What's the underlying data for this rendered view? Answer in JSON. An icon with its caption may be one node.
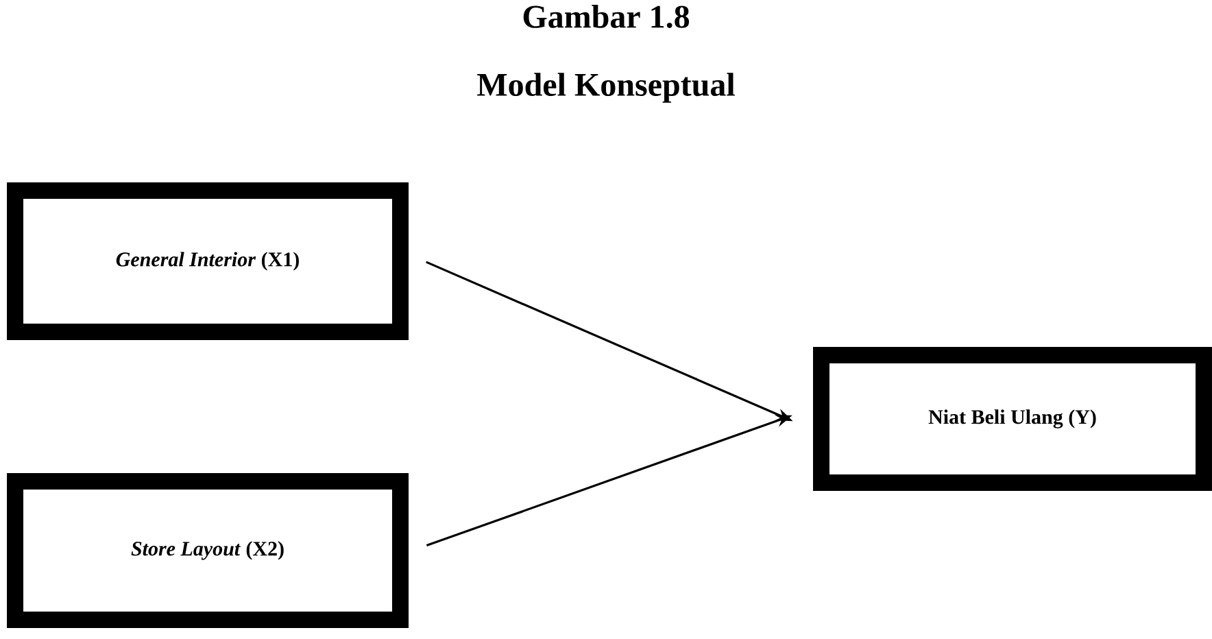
{
  "diagram": {
    "title": "Gambar 1.8",
    "nodes": [
      {
        "text": [
          "*General Interior* (X1)"
        ]
      },
      {
        "text": [
          "*Store Layout* (X2)"
        ]
      },
      {
        "text": [
          "Niat Beli Ulang (Y)"
        ]
      }
    ],
    "edges": [
      {
        "from": 0,
        "to": 2,
        "arrow": "to"
      },
      {
        "from": 1,
        "to": 2,
        "arrow": "to"
      }
    ],
    "labels": [
      "Model Konseptual"
    ]
  }
}
